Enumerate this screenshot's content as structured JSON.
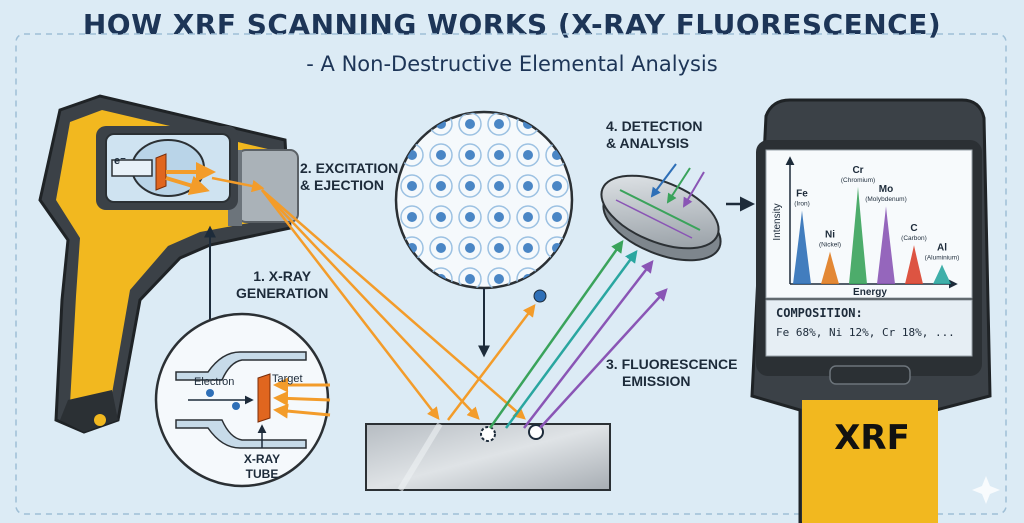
{
  "header": {
    "title": "HOW XRF SCANNING WORKS (X-RAY FLUORESCENCE)",
    "subtitle": "- A Non-Destructive Elemental Analysis"
  },
  "steps": {
    "generation": [
      "1. X-RAY",
      "GENERATION"
    ],
    "excitation": [
      "2. EXCITATION",
      "& EJECTION"
    ],
    "fluorescence": [
      "3. FLUORESCENCE",
      "EMISSION"
    ],
    "detection": [
      "4. DETECTION",
      "& ANALYSIS"
    ]
  },
  "xray_tube": {
    "target_label": "Target",
    "electron_label": "Electron",
    "tube_label": [
      "X-RAY",
      "TUBE"
    ],
    "electron_symbol": "e⁻"
  },
  "spectrum": {
    "y_label": "Intensity",
    "x_label": "Energy",
    "peaks": [
      {
        "symbol": "Fe",
        "name": "(Iron)",
        "height": 0.68,
        "color": "#2e6fb7"
      },
      {
        "symbol": "Ni",
        "name": "(Nickel)",
        "height": 0.3,
        "color": "#e07b1f"
      },
      {
        "symbol": "Cr",
        "name": "(Chromium)",
        "height": 0.9,
        "color": "#3aa35b"
      },
      {
        "symbol": "Mo",
        "name": "(Molybdenum)",
        "height": 0.72,
        "color": "#8a55b5"
      },
      {
        "symbol": "C",
        "name": "(Carbon)",
        "height": 0.36,
        "color": "#d9412e"
      },
      {
        "symbol": "Al",
        "name": "(Aluminium)",
        "height": 0.18,
        "color": "#2aa6a0"
      }
    ]
  },
  "composition": {
    "heading": "COMPOSITION:",
    "value": "Fe 68%, Ni 12%, Cr 18%, ..."
  },
  "device": {
    "brand": "XRF"
  },
  "colors": {
    "background": "#dcebf5",
    "title": "#1d3557",
    "device_yellow": "#f2b81f",
    "device_dark": "#3b4147",
    "primary_xray": "#f39c2a",
    "atom_blue": "#4a86c5"
  }
}
